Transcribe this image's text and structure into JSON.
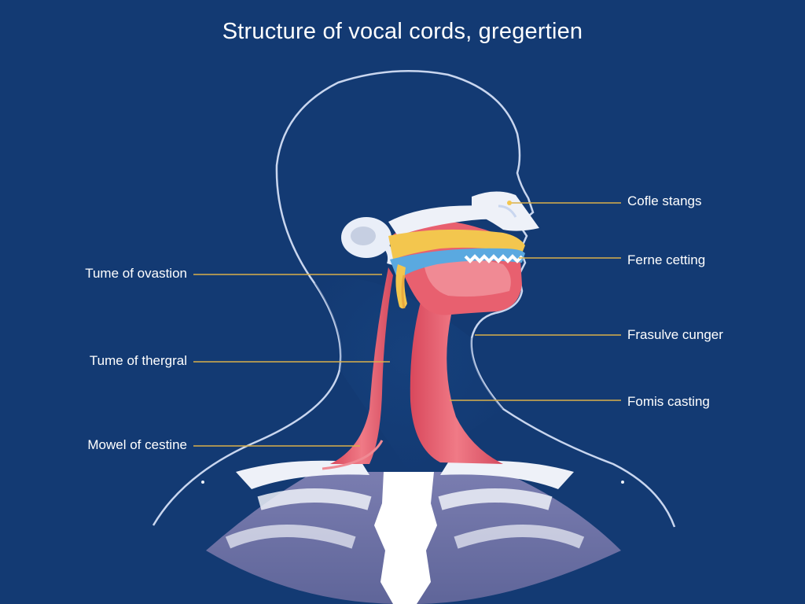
{
  "title": "Structure of vocal cords, gregertien",
  "labels": {
    "left": [
      "Tume of ovastion",
      "Tume of thergral",
      "Mowel of cestine"
    ],
    "right": [
      "Cofle stangs",
      "Ferne cetting",
      "Frasulve cunger",
      "Fomis casting"
    ]
  },
  "colors": {
    "background": "#133a73",
    "outline": "#c9d6ef",
    "tissue": "#e4586a",
    "bone": "#eef1f8",
    "torso": "#6f73a6",
    "cartilage_blue": "#5aa9e0",
    "cartilage_yellow": "#f3c64e",
    "leader_line": "#d9b04a"
  }
}
